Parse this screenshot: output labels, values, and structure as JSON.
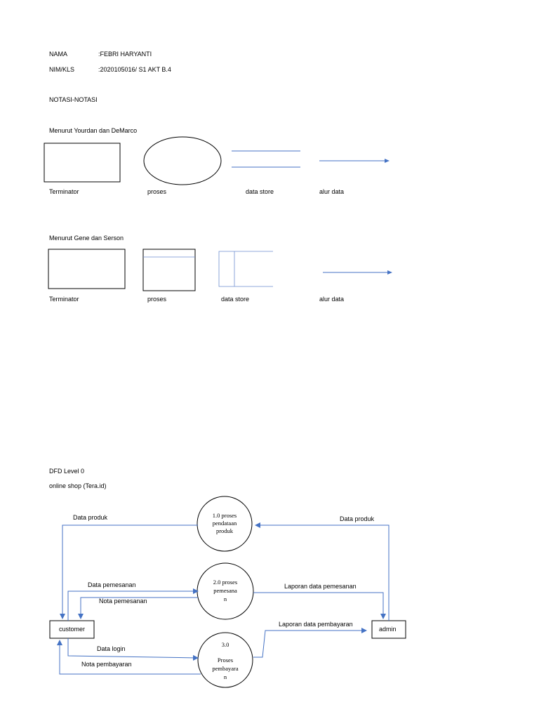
{
  "header": {
    "name_label": "NAMA",
    "name_value": ":FEBRI HARYANTI",
    "nim_label": "NIM/KLS",
    "nim_value": ":2020105016/ S1 AKT B.4",
    "section_title": "NOTASI-NOTASI"
  },
  "yourdan": {
    "title": "Menurut Yourdan dan DeMarco",
    "labels": [
      "Terminator",
      "proses",
      "data store",
      "alur data"
    ]
  },
  "gane": {
    "title": "Menurut Gene dan Serson",
    "labels": [
      "Terminator",
      "proses",
      "data store",
      "alur data"
    ]
  },
  "dfd": {
    "title": "DFD Level 0",
    "subtitle": "online shop (Tera.id)",
    "process1": [
      "1.0 proses",
      "pendataan",
      "produk"
    ],
    "process2": [
      "2.0 proses",
      "pemesana",
      "n"
    ],
    "process3": [
      "3.0",
      "Proses",
      "pembayara",
      "n"
    ],
    "entity_customer": "customer",
    "entity_admin": "admin",
    "flow_data_produk_left": "Data produk",
    "flow_data_produk_right": "Data produk",
    "flow_data_pemesanan": "Data pemesanan",
    "flow_nota_pemesanan": "Nota pemesanan",
    "flow_laporan_pemesanan": "Laporan data pemesanan",
    "flow_laporan_pembayaran": "Laporan data pembayaran",
    "flow_data_login": "Data login",
    "flow_nota_pembayaran": "Nota pembayaran"
  },
  "colors": {
    "line": "#4472c4",
    "text": "#000000"
  }
}
